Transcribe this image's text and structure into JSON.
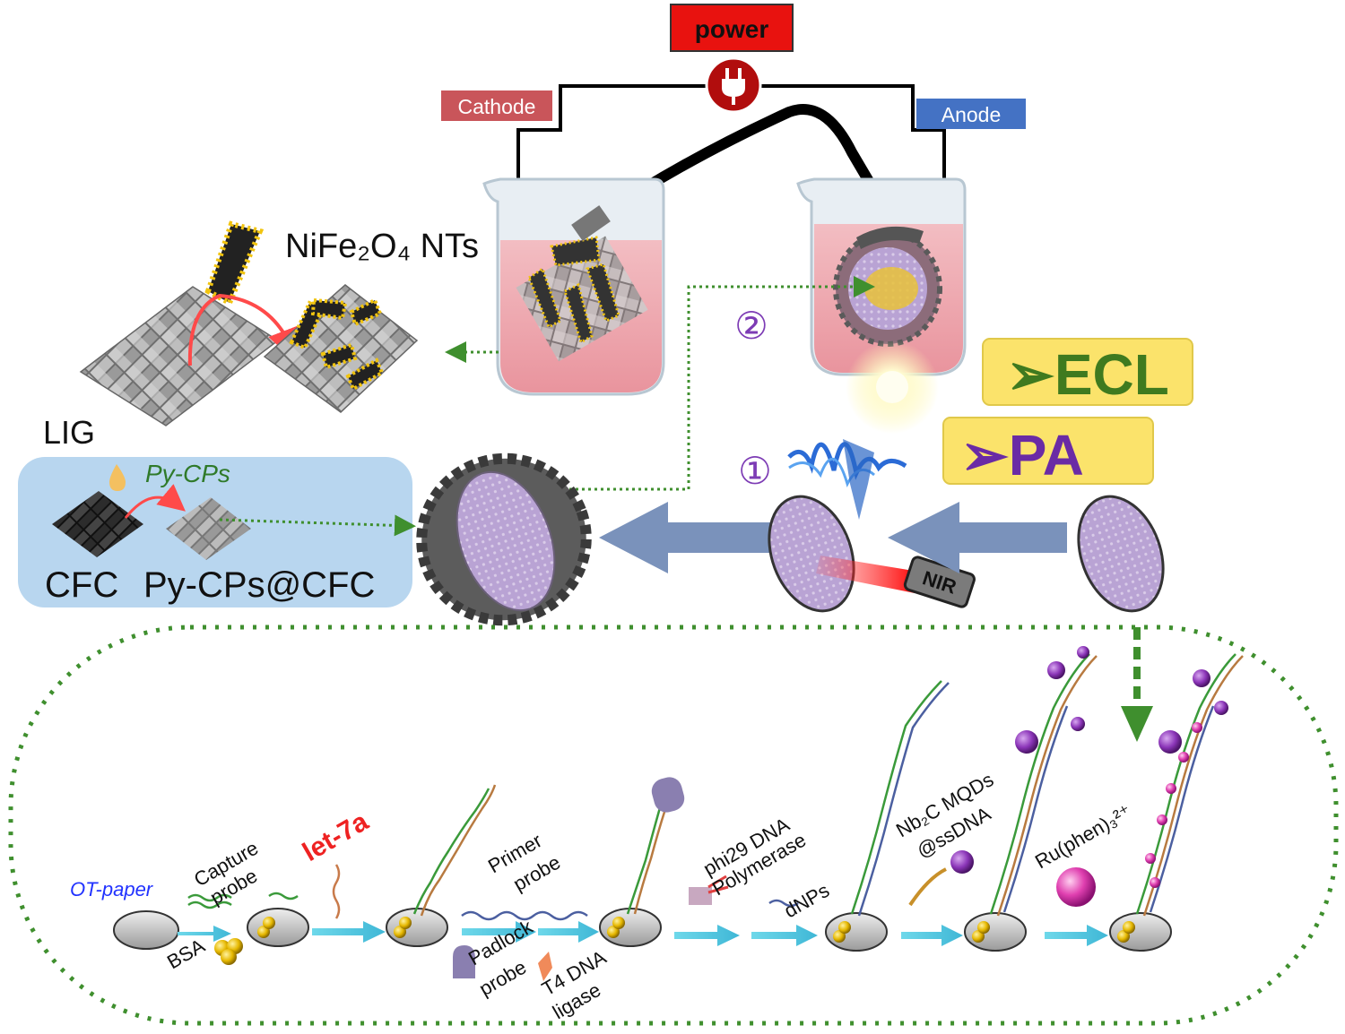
{
  "colors": {
    "power_bg": "#e8120f",
    "cathode_bg": "#c9555a",
    "anode_bg": "#4472c4",
    "ecl_bg": "#fbe36b",
    "ecl_text": "#3f7a1f",
    "pa_text": "#6a2ba5",
    "step_number": "#7d3cb5",
    "let7a": "#ee2222",
    "ot_paper": "#2233ff",
    "dotted": "#3f8f2e",
    "beaker_liquid": "#f0a6ac",
    "panel_bg": "#b8d6ef"
  },
  "labels": {
    "power": "power",
    "cathode": "Cathode",
    "anode": "Anode",
    "nife2o4": "NiFe₂O₄ NTs",
    "lig": "LIG",
    "py_cps": "Py-CPs",
    "cfc": "CFC",
    "py_cps_cfc": "Py-CPs@CFC",
    "ecl": "➢ECL",
    "pa": "➢PA",
    "step1": "①",
    "step2": "②",
    "nir": "NIR"
  },
  "workflow": {
    "ot_paper": "OT-paper",
    "capture": "Capture",
    "probe": "probe",
    "bsa": "BSA",
    "let7a": "let-7a",
    "primer": "Primer",
    "primer_probe": "probe",
    "padlock": "Padlock",
    "padlock_probe": "probe",
    "t4dna": "T4 DNA",
    "ligase": "ligase",
    "phi29": "phi29 DNA",
    "polymerase": "Polymerase",
    "dnps": "dNPs",
    "nb2c": "Nb₂C MQDs",
    "ssdna": "@ssDNA",
    "ru": "Ru(phen)₃²⁺"
  },
  "icons": [
    "plug-icon",
    "light-burst-icon",
    "wave-icon",
    "nir-laser-icon",
    "arrow-left-icon",
    "arrow-right-icon",
    "arrow-down-icon",
    "droplet-icon"
  ]
}
